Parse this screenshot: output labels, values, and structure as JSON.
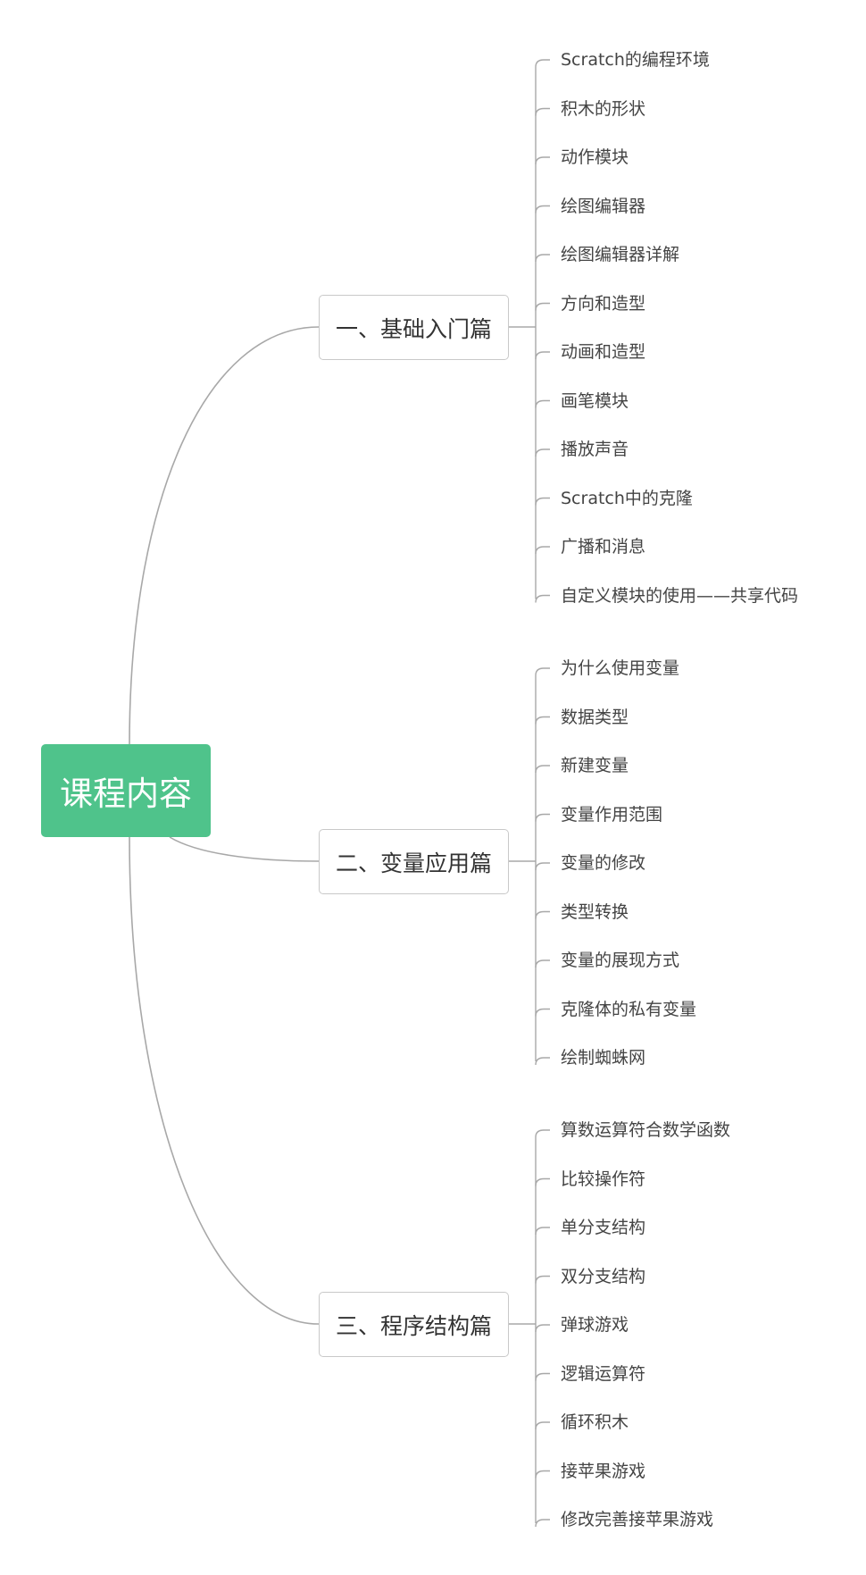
{
  "root": {
    "label": "课程内容"
  },
  "branches": [
    {
      "label": "一、基础入门篇",
      "items": [
        "Scratch的编程环境",
        "积木的形状",
        "动作模块",
        "绘图编辑器",
        "绘图编辑器详解",
        "方向和造型",
        "动画和造型",
        "画笔模块",
        "播放声音",
        "Scratch中的克隆",
        "广播和消息",
        "自定义模块的使用——共享代码"
      ]
    },
    {
      "label": "二、变量应用篇",
      "items": [
        "为什么使用变量",
        "数据类型",
        "新建变量",
        "变量作用范围",
        "变量的修改",
        "类型转换",
        "变量的展现方式",
        "克隆体的私有变量",
        "绘制蜘蛛网"
      ]
    },
    {
      "label": "三、程序结构篇",
      "items": [
        "算数运算符合数学函数",
        "比较操作符",
        "单分支结构",
        "双分支结构",
        "弹球游戏",
        "逻辑运算符",
        "循环积木",
        "接苹果游戏",
        "修改完善接苹果游戏"
      ]
    }
  ],
  "colors": {
    "root_fill": "#4fc38b",
    "line": "#a8a8a8",
    "box_border": "#c9c9c9"
  }
}
